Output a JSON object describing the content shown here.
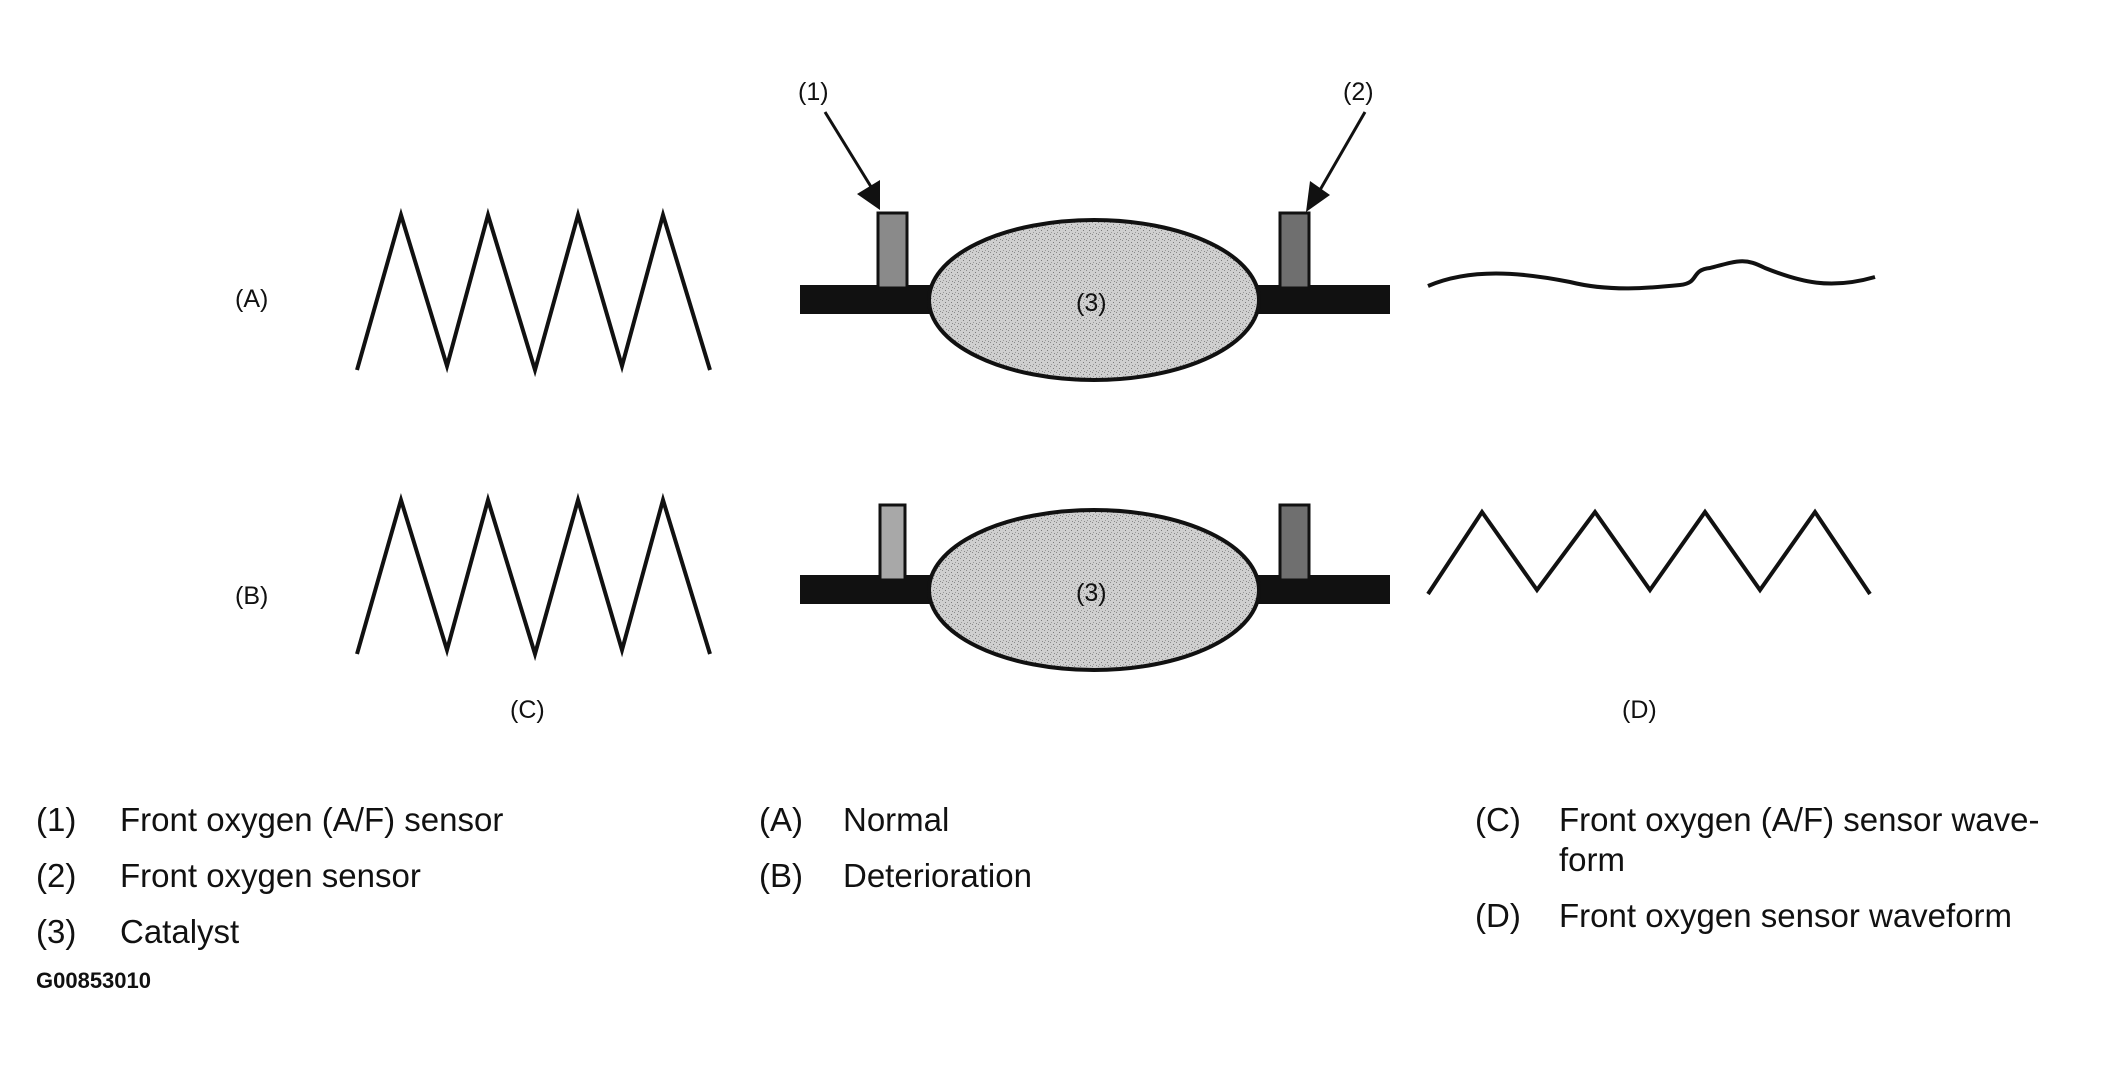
{
  "diagram": {
    "rows": {
      "a": "(A)",
      "b": "(B)"
    },
    "columns": {
      "c": "(C)",
      "d": "(D)"
    },
    "callouts": {
      "front_af_sensor": "(1)",
      "front_o2_sensor": "(2)",
      "catalyst_a": "(3)",
      "catalyst_b": "(3)"
    },
    "colors": {
      "line": "#111111",
      "catalyst_fill": "#cfcfcf",
      "sensor_fill": "#8a8a8a"
    }
  },
  "legend": {
    "col1": [
      {
        "key": "(1)",
        "text": "Front oxygen (A/F) sensor"
      },
      {
        "key": "(2)",
        "text": "Front oxygen sensor"
      },
      {
        "key": "(3)",
        "text": "Catalyst"
      }
    ],
    "col2": [
      {
        "key": "(A)",
        "text": "Normal"
      },
      {
        "key": "(B)",
        "text": "Deterioration"
      }
    ],
    "col3": [
      {
        "key": "(C)",
        "text": "Front oxygen (A/F) sensor wave-form"
      },
      {
        "key": "(D)",
        "text": "Front oxygen sensor waveform"
      }
    ]
  },
  "figure_id": "G00853010"
}
